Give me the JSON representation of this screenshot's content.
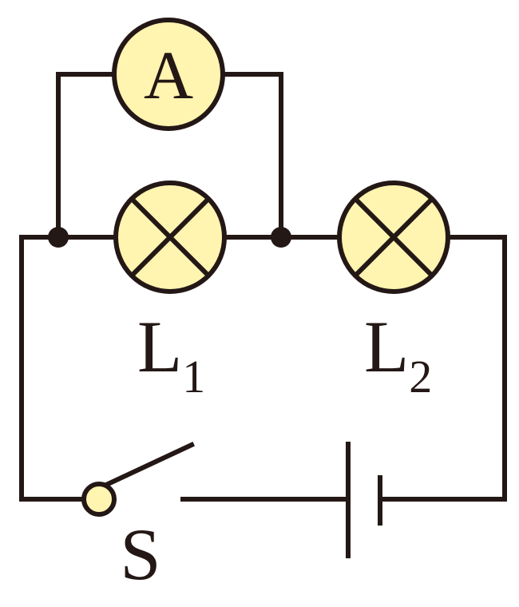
{
  "diagram": {
    "ammeter_label": "A",
    "lamp1_label": "L",
    "lamp1_subscript": "1",
    "lamp2_label": "L",
    "lamp2_subscript": "2",
    "switch_label": "S",
    "colors": {
      "wire": "#231815",
      "component_fill": "#fff4b0"
    }
  }
}
